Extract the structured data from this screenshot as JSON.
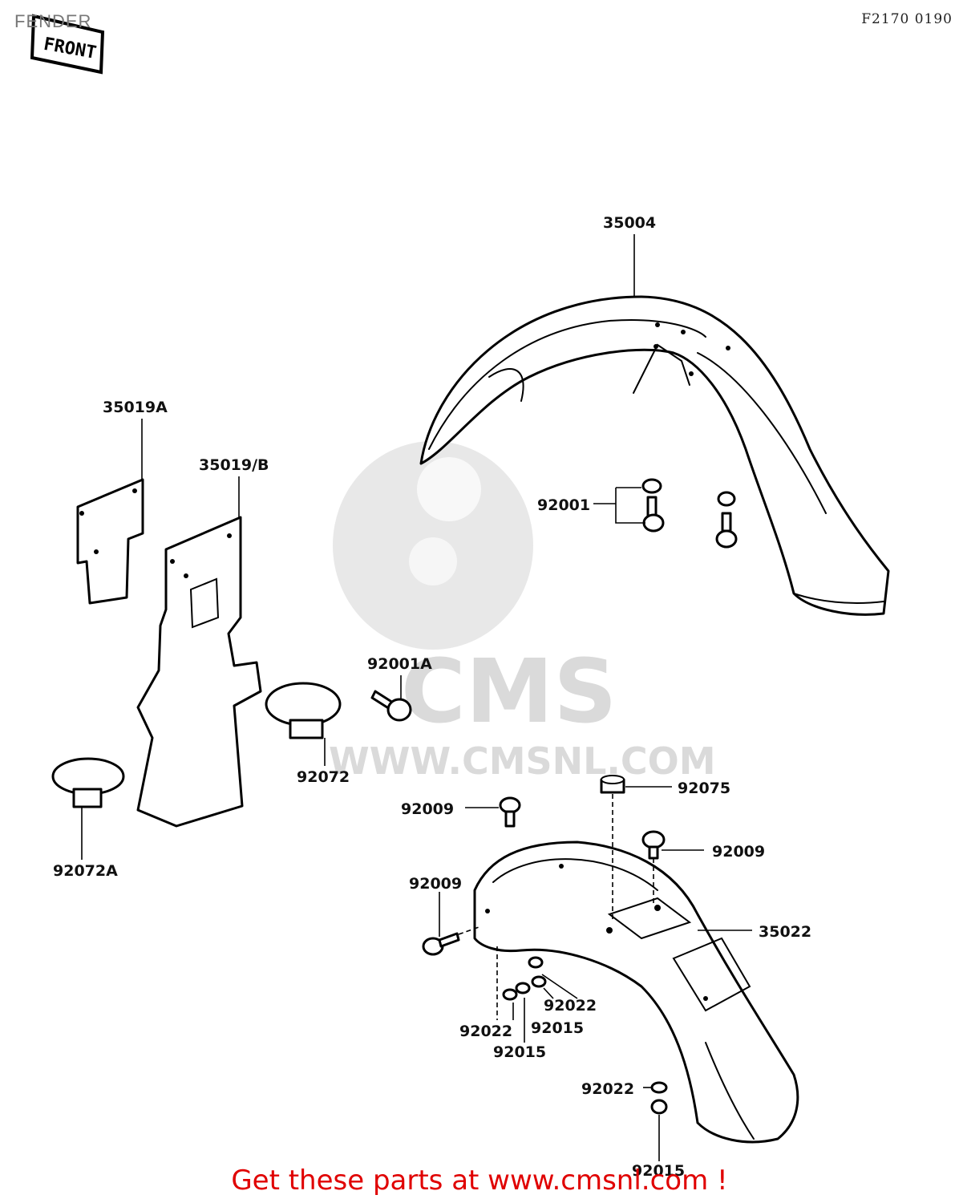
{
  "header": {
    "title": "FENDER",
    "code": "F2170 0190",
    "front_badge": "FRONT"
  },
  "watermark": {
    "brand": "CMS",
    "url": "WWW.CMSNL.COM"
  },
  "part_labels": {
    "p35004": "35004",
    "p35019a": "35019A",
    "p35019b": "35019/B",
    "p92001": "92001",
    "p92001a": "92001A",
    "p92072": "92072",
    "p92072a": "92072A",
    "p92075": "92075",
    "p92009_left": "92009",
    "p92009_right": "92009",
    "p92009_lower": "92009",
    "p35022": "35022",
    "p92022_a": "92022",
    "p92015_a": "92015",
    "p92022_b": "92022",
    "p92015_b": "92015",
    "p92022_c": "92022",
    "p92015_c": "92015"
  },
  "footer": {
    "cta": "Get these parts at www.cmsnl.com !"
  },
  "colors": {
    "cta": "#e00000",
    "line": "#000000",
    "watermark": "#d6d6d6"
  }
}
